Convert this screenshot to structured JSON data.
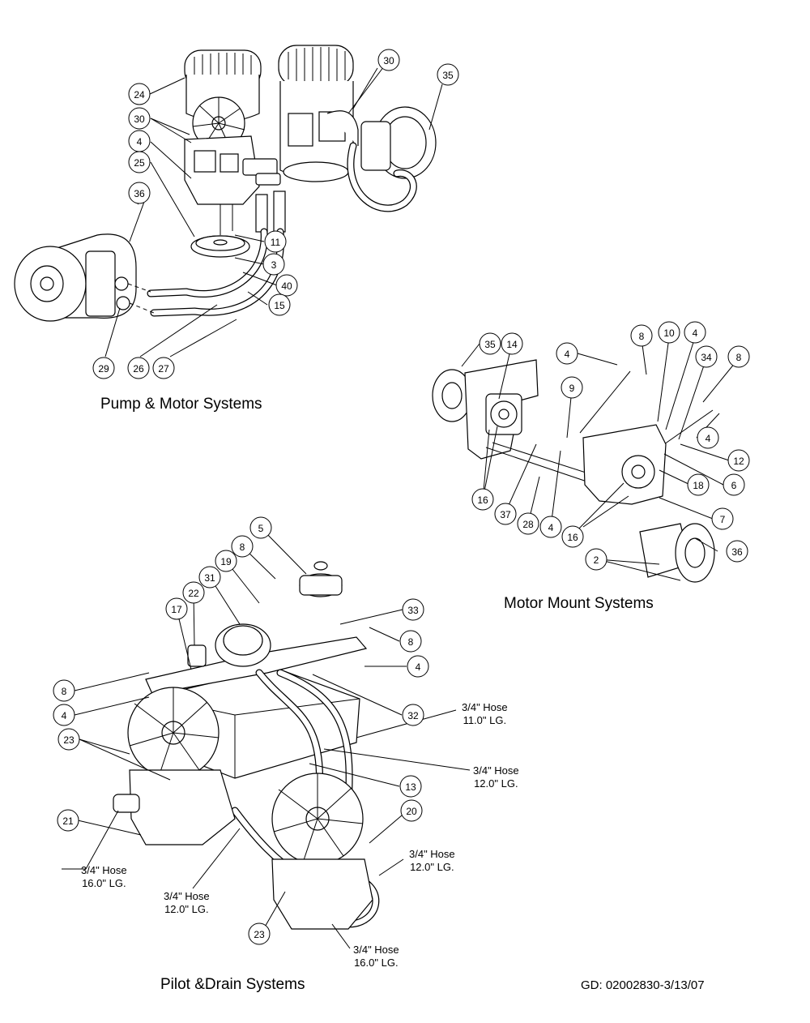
{
  "sections": {
    "pump_motor": "Pump & Motor Systems",
    "motor_mount": "Motor Mount Systems",
    "pilot_drain": "Pilot &Drain Systems"
  },
  "document_code": "GD: 02002830-3/13/07",
  "hose_labels": [
    {
      "line1": "3/4\" Hose",
      "line2": "11.0\" LG."
    },
    {
      "line1": "3/4\" Hose",
      "line2": "12.0\" LG."
    },
    {
      "line1": "3/4\" Hose",
      "line2": "16.0\" LG."
    },
    {
      "line1": "3/4\" Hose",
      "line2": "12.0\" LG."
    },
    {
      "line1": "3/4\" Hose",
      "line2": "12.0\" LG."
    },
    {
      "line1": "3/4\" Hose",
      "line2": "16.0\" LG."
    }
  ],
  "callouts": {
    "pump_motor": [
      "24",
      "30",
      "4",
      "25",
      "36",
      "30",
      "35",
      "11",
      "3",
      "40",
      "15",
      "29",
      "26",
      "27"
    ],
    "motor_mount": [
      "35",
      "14",
      "4",
      "8",
      "10",
      "4",
      "34",
      "8",
      "9",
      "4",
      "12",
      "18",
      "6",
      "7",
      "16",
      "37",
      "28",
      "4",
      "16",
      "36",
      "2"
    ],
    "pilot_drain": [
      "5",
      "8",
      "19",
      "31",
      "22",
      "17",
      "33",
      "8",
      "4",
      "8",
      "4",
      "32",
      "23",
      "13",
      "21",
      "20",
      "23"
    ]
  }
}
